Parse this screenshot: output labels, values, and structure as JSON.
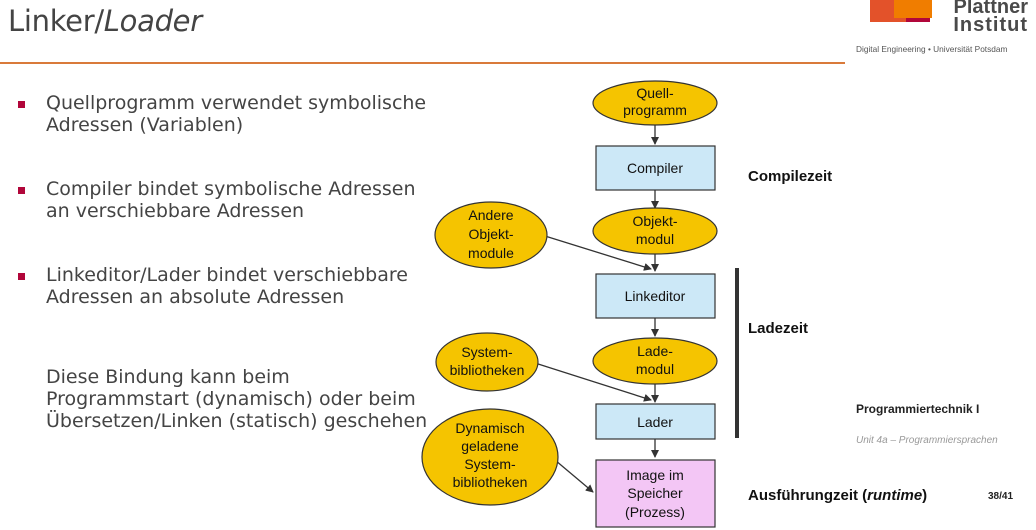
{
  "title": {
    "plain": "Linker/",
    "italic": "Loader"
  },
  "logo": {
    "line1": "Plattner",
    "line2": "Institut",
    "tagline": "Digital Engineering • Universität Potsdam"
  },
  "bullets": [
    {
      "text": "Quellprogramm verwendet symbolische Adressen (Variablen)"
    },
    {
      "text": "Compiler bindet symbolische Adressen an verschiebbare Adressen"
    },
    {
      "text": "Linkeditor/Lader bindet verschiebbare Adressen an absolute Adressen"
    }
  ],
  "note": "Diese Bindung kann beim Programmstart (dynamisch) oder beim Übersetzen/Linken (statisch) geschehen",
  "diagram": {
    "ovals": {
      "quellprogramm": [
        "Quell-",
        "programm"
      ],
      "objektmodul": [
        "Objekt-",
        "modul"
      ],
      "ladmodul": [
        "Lade-",
        "modul"
      ],
      "andere": [
        "Andere",
        "Objekt-",
        "module"
      ],
      "system": [
        "System-",
        "bibliotheken"
      ],
      "dynamisch": [
        "Dynamisch",
        "geladene",
        "System-",
        "bibliotheken"
      ]
    },
    "boxes": {
      "compiler": "Compiler",
      "linkeditor": "Linkeditor",
      "lader": "Lader",
      "image": [
        "Image im",
        "Speicher",
        "(Prozess)"
      ]
    },
    "phases": {
      "compilezeit": "Compilezeit",
      "ladezeit": "Ladezeit",
      "ausfuehrung_prefix": "Ausführungzeit (",
      "ausfuehrung_italic": "runtime",
      "ausfuehrung_suffix": ")"
    },
    "colors": {
      "oval": "#f5c400",
      "box": "#cce8f7",
      "image": "#f3c6f5"
    }
  },
  "footer": {
    "course": "Programmiertechnik I",
    "unit": "Unit 4a – Programmiersprachen",
    "page": "38/41"
  }
}
